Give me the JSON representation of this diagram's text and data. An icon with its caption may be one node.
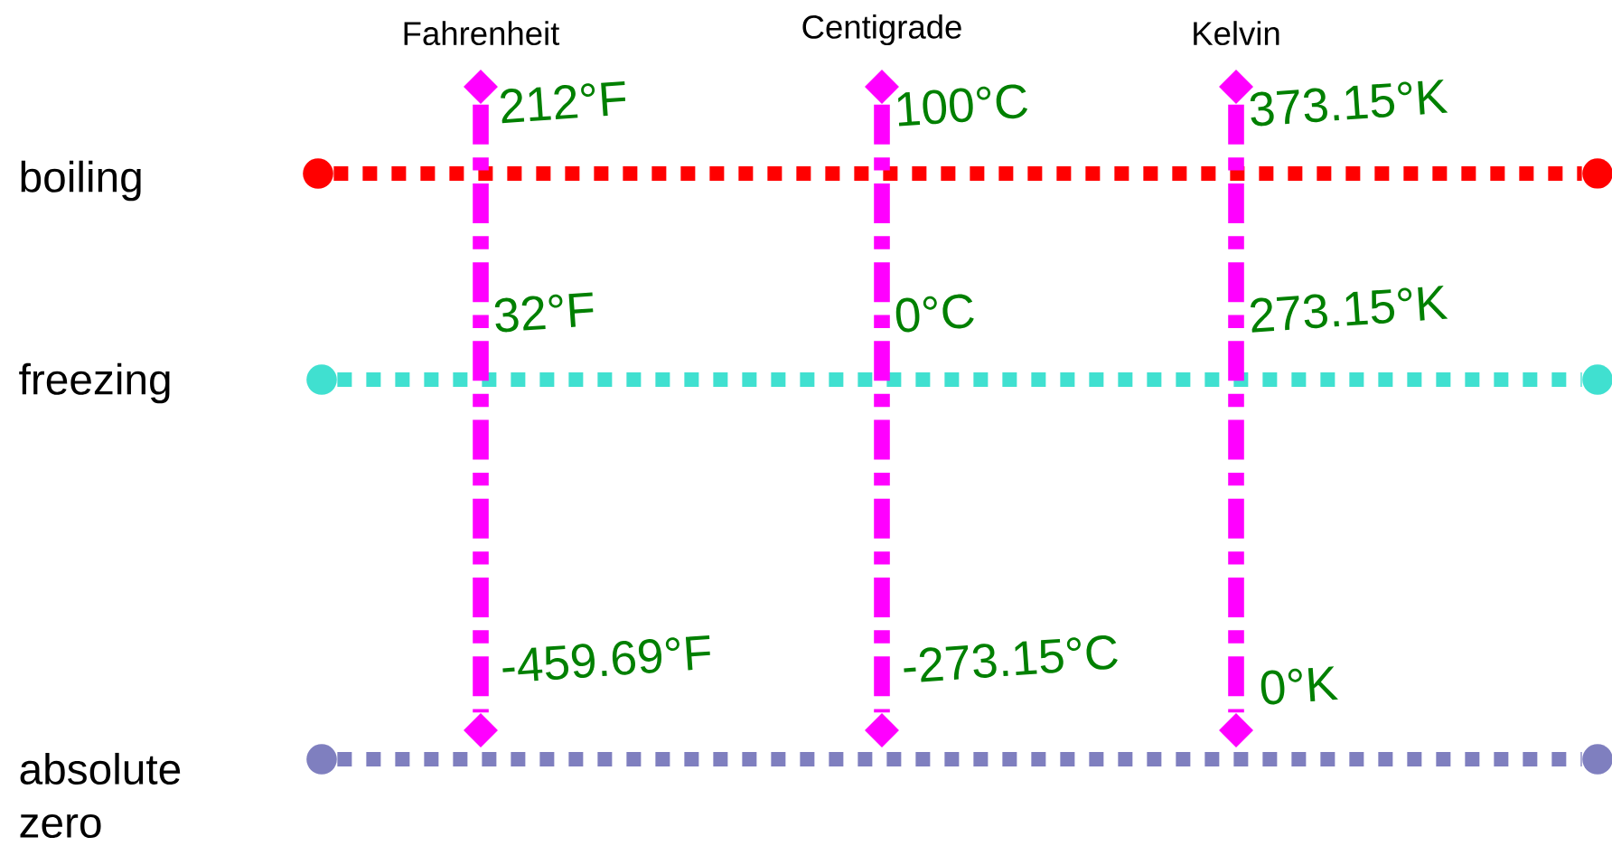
{
  "diagram": {
    "nodes": [
      {
        "text": [],
        "shape": "circle"
      },
      {
        "text": [],
        "shape": "circle"
      },
      {
        "text": [],
        "shape": "circle"
      },
      {
        "text": [],
        "shape": "circle"
      },
      {
        "text": [],
        "shape": "circle"
      },
      {
        "text": [],
        "shape": "circle"
      },
      {
        "text": [],
        "shape": "diamond",
        "beside": [
          "Fahrenheit"
        ]
      },
      {
        "text": [],
        "shape": "diamond"
      },
      {
        "text": [],
        "shape": "diamond",
        "beside": [
          "Centigrade"
        ]
      },
      {
        "text": [],
        "shape": "diamond"
      },
      {
        "text": [],
        "shape": "diamond",
        "beside": [
          "Kelvin"
        ]
      },
      {
        "text": [],
        "shape": "diamond"
      }
    ],
    "edges": [
      {
        "from": 0,
        "to": 1,
        "arrow": "none",
        "color": "#ff0000"
      },
      {
        "from": 2,
        "to": 3,
        "arrow": "none",
        "color": "#40e0d0"
      },
      {
        "from": 4,
        "to": 5,
        "arrow": "none",
        "color": "#7f7fbf"
      },
      {
        "from": 6,
        "to": 7,
        "arrow": "none",
        "style": "dashed",
        "color": "#ff00ff"
      },
      {
        "from": 8,
        "to": 9,
        "arrow": "none",
        "style": "dashed",
        "color": "#ff00ff"
      },
      {
        "from": 10,
        "to": 11,
        "arrow": "none",
        "style": "dashed",
        "color": "#ff00ff"
      }
    ],
    "labels": [
      "212°F",
      "100°C",
      "373.15°K",
      "boiling",
      "freezing",
      "32°F",
      "0°C",
      "273.15°K",
      "-459.69°F",
      "-273.15°C",
      "absolute zero",
      "0°K"
    ]
  }
}
